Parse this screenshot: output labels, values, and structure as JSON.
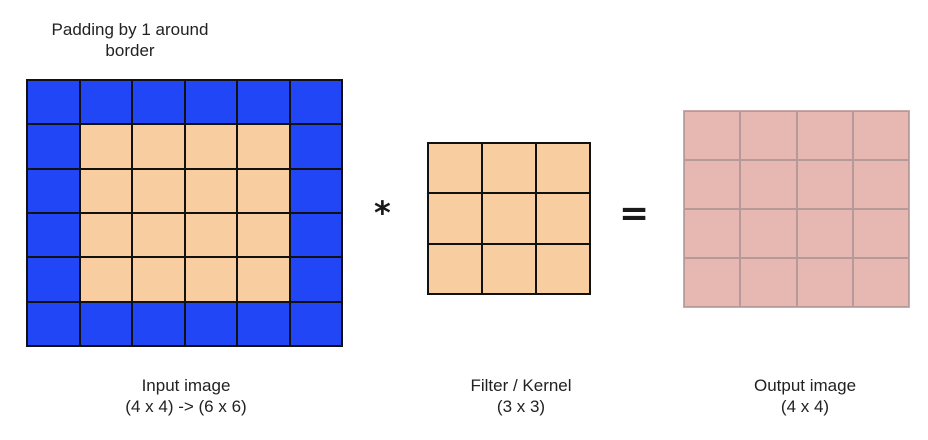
{
  "padding_note": {
    "line1": "Padding by 1 around",
    "line2": "border"
  },
  "input": {
    "rows": 6,
    "cols": 6,
    "pad": 1,
    "label_line1": "Input image",
    "label_line2": "(4 x 4) -> (6 x 6)"
  },
  "kernel": {
    "rows": 3,
    "cols": 3,
    "label_line1": "Filter / Kernel",
    "label_line2": "(3 x 3)"
  },
  "output": {
    "rows": 4,
    "cols": 4,
    "label_line1": "Output image",
    "label_line2": "(4 x 4)"
  },
  "operators": {
    "convolve": "*",
    "equals": "="
  },
  "colors": {
    "padding": "#2146f5",
    "pixel": "#f8cea0",
    "output": "#e6b8b1"
  }
}
